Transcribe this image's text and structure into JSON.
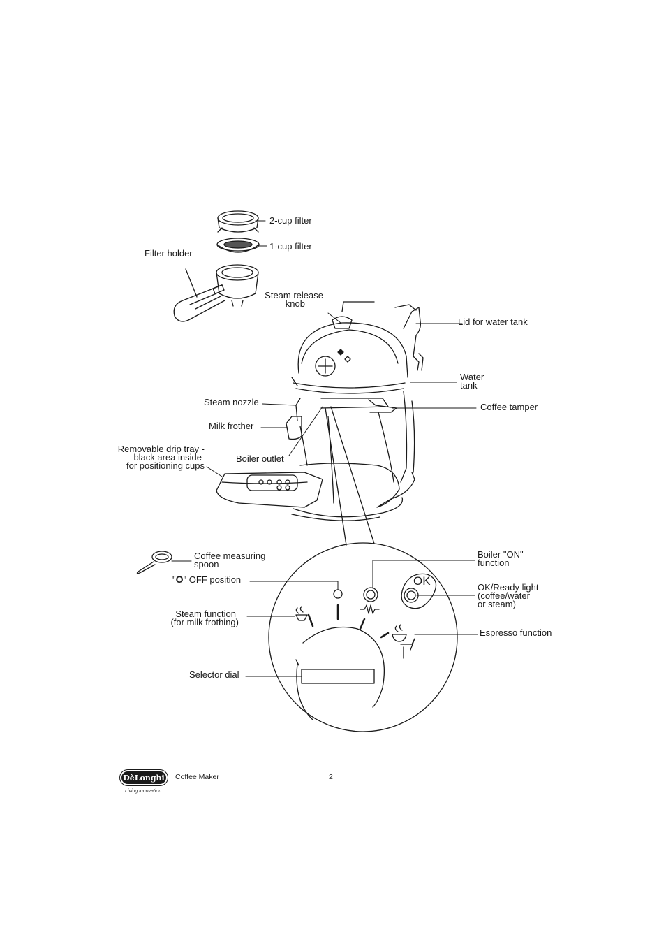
{
  "labels": {
    "two_cup_filter": "2-cup filter",
    "one_cup_filter": "1-cup filter",
    "filter_holder": "Filter holder",
    "steam_release_1": "Steam release",
    "steam_release_2": "knob",
    "lid_water_tank": "Lid for water tank",
    "water_tank_1": "Water",
    "water_tank_2": "tank",
    "steam_nozzle": "Steam nozzle",
    "coffee_tamper": "Coffee tamper",
    "milk_frother": "Milk frother",
    "drip_tray_1": "Removable drip tray -",
    "drip_tray_2": "black area inside",
    "drip_tray_3": "for positioning cups",
    "boiler_outlet": "Boiler outlet",
    "measuring_spoon_1": "Coffee measuring",
    "measuring_spoon_2": "spoon",
    "off_position_pre": "\"",
    "off_position_symbol": "O",
    "off_position_post": "\" OFF position",
    "boiler_on_1": "Boiler \"ON\"",
    "boiler_on_2": "function",
    "ok_light_1": "OK/Ready light",
    "ok_light_2": "(coffee/water",
    "ok_light_3": "or steam)",
    "steam_function_1": "Steam function",
    "steam_function_2": "(for milk frothing)",
    "espresso_function": "Espresso function",
    "selector_dial": "Selector dial",
    "ok_button_text": "OK"
  },
  "footer": {
    "logo": "DèLonghi",
    "tagline": "Living innovation",
    "title": "Coffee Maker",
    "page": "2"
  },
  "colors": {
    "line": "#1a1a1a",
    "background": "#ffffff"
  }
}
